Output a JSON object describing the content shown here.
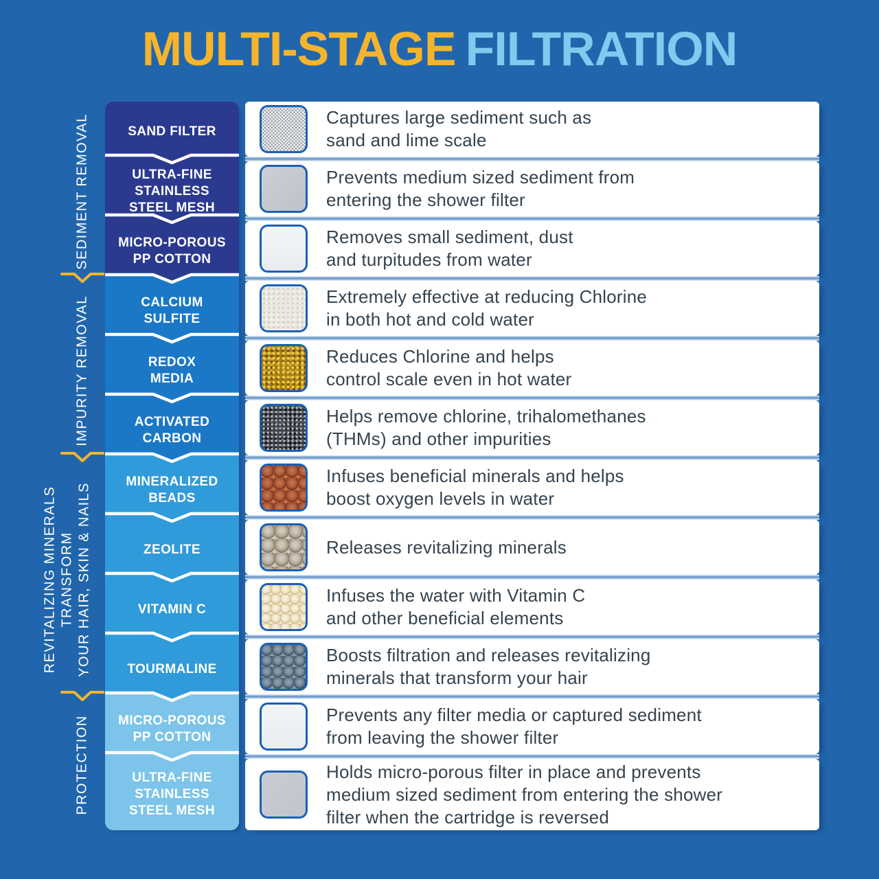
{
  "title": {
    "part1": "MULTI-STAGE",
    "part2": "FILTRATION"
  },
  "colors": {
    "background": "#2166ac",
    "accent_yellow": "#f4b42e",
    "title_yellow": "#f6b42c",
    "title_blue": "#7fcaee",
    "row_background": "#ffffff",
    "description_text": "#35434e",
    "thumbnail_border": "#1b5fb5",
    "separator_line": "#ffffff",
    "stage_label_text": "#ffffff",
    "group_label_text": "#ffffff"
  },
  "groups": [
    {
      "label": "SEDIMENT REMOVAL",
      "color": "#2b3a8e",
      "stage_count": 3
    },
    {
      "label": "IMPURITY REMOVAL",
      "color": "#1a78c6",
      "stage_count": 3
    },
    {
      "label": "REVITALIZING MINERALS\nTRANSFORM\nYOUR HAIR, SKIN & NAILS",
      "color": "#2f9bda",
      "stage_count": 4
    },
    {
      "label": "PROTECTION",
      "color": "#7cc4e9",
      "stage_count": 2
    }
  ],
  "stages": [
    {
      "name": "SAND FILTER",
      "group": 0,
      "texture": "sand-mesh",
      "description": "Captures large sediment such as\nsand and lime scale"
    },
    {
      "name": "ULTRA-FINE\nSTAINLESS\nSTEEL MESH",
      "group": 0,
      "texture": "steel-mesh",
      "description": "Prevents medium sized sediment from\nentering the shower filter"
    },
    {
      "name": "MICRO-POROUS\nPP COTTON",
      "group": 0,
      "texture": "pp-cotton",
      "description": "Removes small sediment, dust\nand turpitudes from water"
    },
    {
      "name": "CALCIUM\nSULFITE",
      "group": 1,
      "texture": "calcium-sulfite",
      "description": "Extremely effective at reducing Chlorine\nin both hot and cold water"
    },
    {
      "name": "REDOX\nMEDIA",
      "group": 1,
      "texture": "redox-media",
      "description": "Reduces Chlorine and helps\ncontrol scale even in hot water"
    },
    {
      "name": "ACTIVATED\nCARBON",
      "group": 1,
      "texture": "activated-carbon",
      "description": "Helps remove chlorine, trihalomethanes\n(THMs) and other impurities"
    },
    {
      "name": "MINERALIZED\nBEADS",
      "group": 2,
      "texture": "mineralized-beads",
      "description": "Infuses beneficial minerals and helps\nboost oxygen levels in water"
    },
    {
      "name": "ZEOLITE",
      "group": 2,
      "texture": "zeolite",
      "description": "Releases revitalizing minerals"
    },
    {
      "name": "VITAMIN C",
      "group": 2,
      "texture": "vitamin-c",
      "description": "Infuses the water with Vitamin C\nand other beneficial elements"
    },
    {
      "name": "TOURMALINE",
      "group": 2,
      "texture": "tourmaline",
      "description": "Boosts filtration and releases revitalizing\nminerals that transform your hair"
    },
    {
      "name": "MICRO-POROUS\nPP COTTON",
      "group": 3,
      "texture": "pp-cotton-2",
      "description": "Prevents any filter media or captured sediment\nfrom leaving the shower filter"
    },
    {
      "name": "ULTRA-FINE\nSTAINLESS\nSTEEL MESH",
      "group": 3,
      "texture": "steel-mesh-2",
      "description": "Holds micro-porous filter in place and prevents\nmedium sized sediment from entering the shower\nfilter when the cartridge is reversed"
    }
  ]
}
